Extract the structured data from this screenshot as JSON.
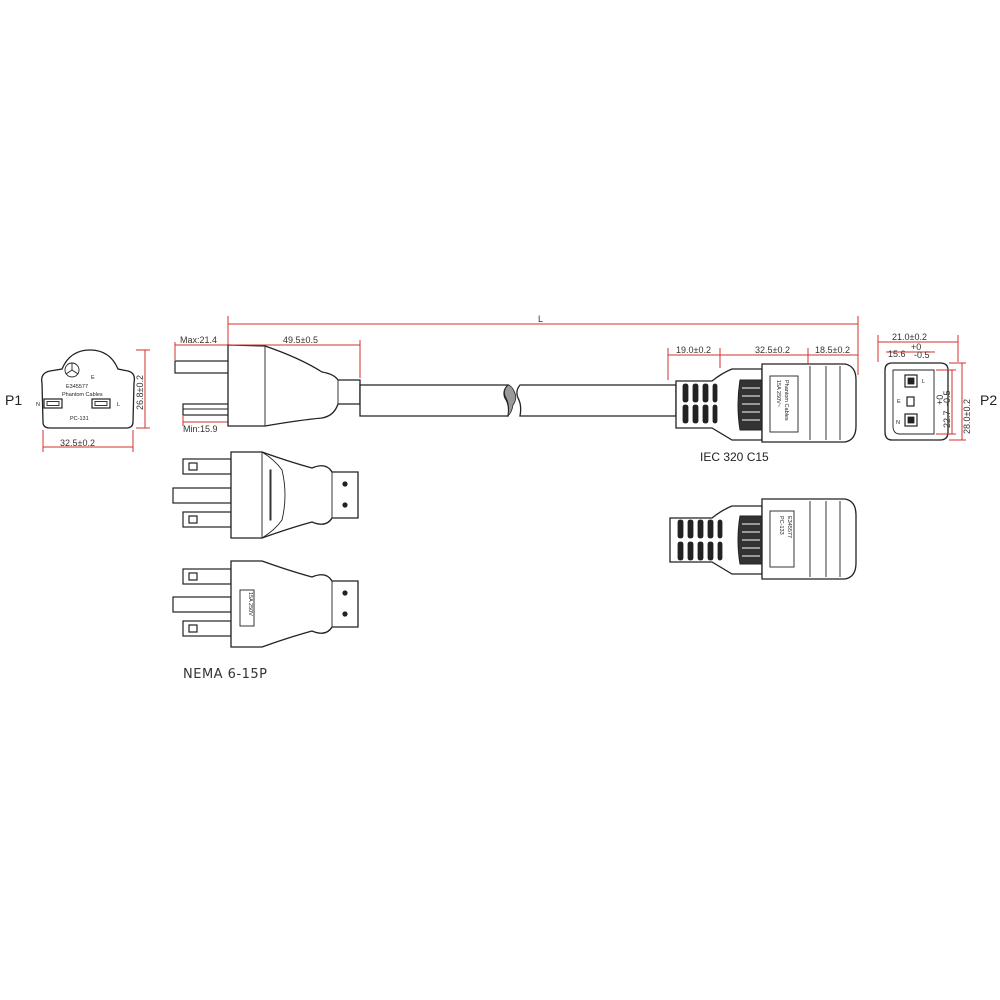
{
  "labels": {
    "p1": "P1",
    "p2": "P2",
    "nema": "NEMA 6-15P",
    "iec": "IEC 320 C15",
    "length": "L"
  },
  "dims": {
    "p1_width": "32.5±0.2",
    "p1_height": "26.8±0.2",
    "plug_max": "Max:21.4",
    "plug_min": "Min:15.9",
    "plug_body": "49.5±0.5",
    "c15_a": "19.0±0.2",
    "c15_b": "32.5±0.2",
    "c15_c": "18.5±0.2",
    "p2_top": "21.0±0.2",
    "p2_inner": "15.6",
    "p2_inner_tol_plus": "+0",
    "p2_inner_tol_minus": "-0.5",
    "p2_h_inner": "22.7",
    "p2_h_inner_tol_plus": "+0",
    "p2_h_inner_tol_minus": "-0.5",
    "p2_h_outer": "28.0±0.2"
  },
  "face_p1": {
    "cert": "E345577",
    "brand": "Phantom Cables",
    "model": "PC-131",
    "n": "N",
    "l": "L",
    "e": "E"
  },
  "face_p2": {
    "n": "N",
    "l": "L",
    "e": "E"
  },
  "plug_side": {
    "rating": "15A 250V"
  },
  "c15_side": {
    "brand": "Phantom Cables",
    "rating": "15A 250V~"
  },
  "c15_lower": {
    "model": "PC-133",
    "cert": "E345577"
  }
}
